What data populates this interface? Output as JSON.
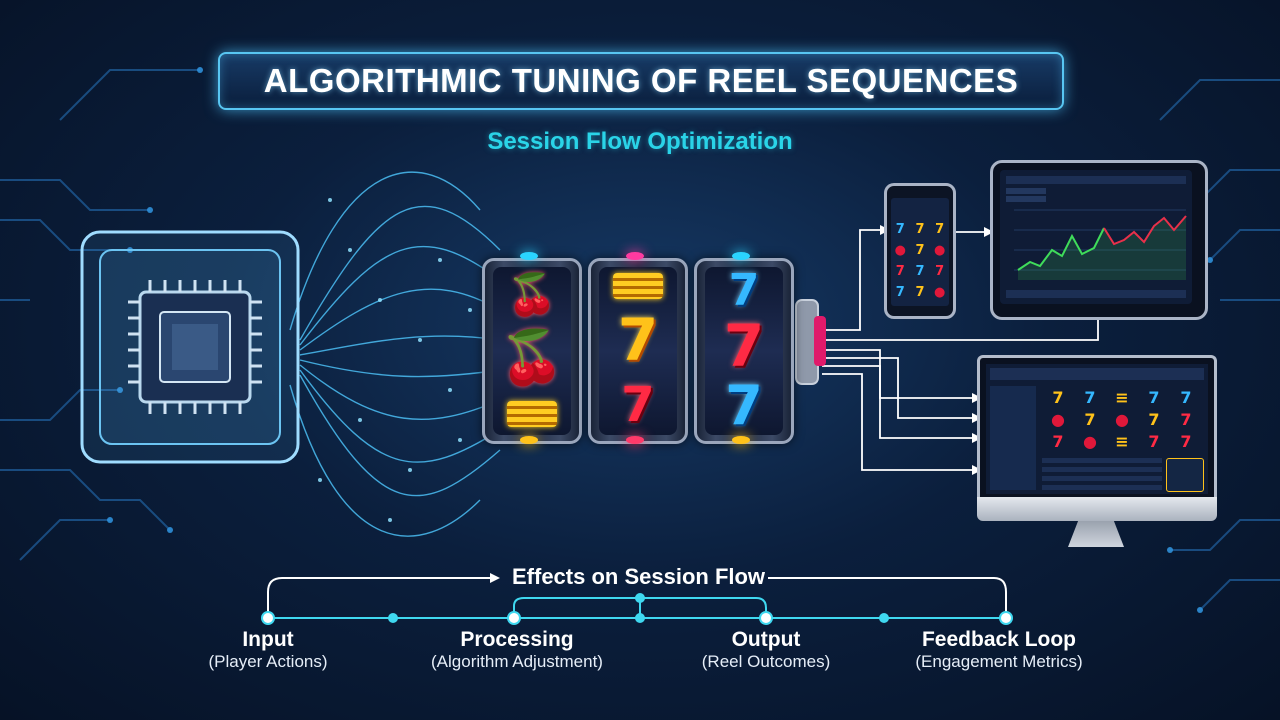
{
  "header": {
    "title": "ALGORITHMIC TUNING OF REEL SEQUENCES",
    "subtitle": "Session Flow Optimization"
  },
  "colors": {
    "accent_cyan": "#2ad4e8",
    "title_border": "#58c6f2",
    "background": "#0b1f3d",
    "line_white": "#ffffff"
  },
  "icons": [
    "processor-chip-icon",
    "data-stream-icon",
    "slot-reel-icon",
    "smartphone-icon",
    "tablet-icon",
    "monitor-icon",
    "cherry-icon",
    "seven-icon",
    "bar-icon"
  ],
  "flow": {
    "title": "Effects on Session Flow",
    "steps": [
      {
        "label": "Input",
        "sub": "(Player Actions)"
      },
      {
        "label": "Processing",
        "sub": "(Algorithm Adjustment)"
      },
      {
        "label": "Output",
        "sub": "(Reel Outcomes)"
      },
      {
        "label": "Feedback Loop",
        "sub": "(Engagement Metrics)"
      }
    ]
  }
}
